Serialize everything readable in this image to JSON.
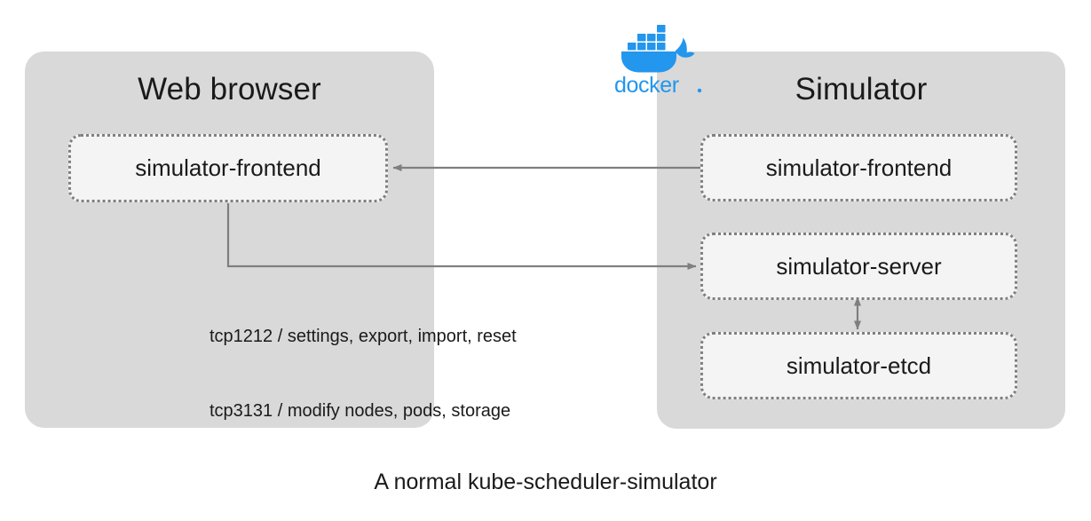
{
  "caption": "A normal kube-scheduler-simulator",
  "groups": [
    {
      "id": "web-browser",
      "title": "Web browser"
    },
    {
      "id": "simulator",
      "title": "Simulator"
    }
  ],
  "boxes": {
    "browser_frontend": "simulator-frontend",
    "sim_frontend": "simulator-frontend",
    "sim_server": "simulator-server",
    "sim_etcd": "simulator-etcd"
  },
  "protocol_note": {
    "line1": "tcp1212 / settings, export, import, reset",
    "line2": "tcp3131 / modify nodes, pods, storage"
  },
  "logo": {
    "name": "docker-logo",
    "wordmark": "docker",
    "color": "#2396ed"
  },
  "colors": {
    "panel_bg": "#d9d9d9",
    "box_bg": "#f4f4f4",
    "box_border": "#808080",
    "connector": "#7f7f7f",
    "text": "#1a1a1a",
    "page_bg": "#ffffff"
  },
  "connectors": [
    {
      "name": "sim-frontend-to-browser-frontend",
      "from": "sim_frontend",
      "to": "browser_frontend",
      "direction": "left",
      "style": "straight"
    },
    {
      "name": "browser-frontend-to-sim-server",
      "from": "browser_frontend",
      "to": "sim_server",
      "direction": "right",
      "style": "elbow"
    },
    {
      "name": "sim-server-to-sim-etcd",
      "from": "sim_server",
      "to": "sim_etcd",
      "direction": "both",
      "style": "straight"
    }
  ]
}
